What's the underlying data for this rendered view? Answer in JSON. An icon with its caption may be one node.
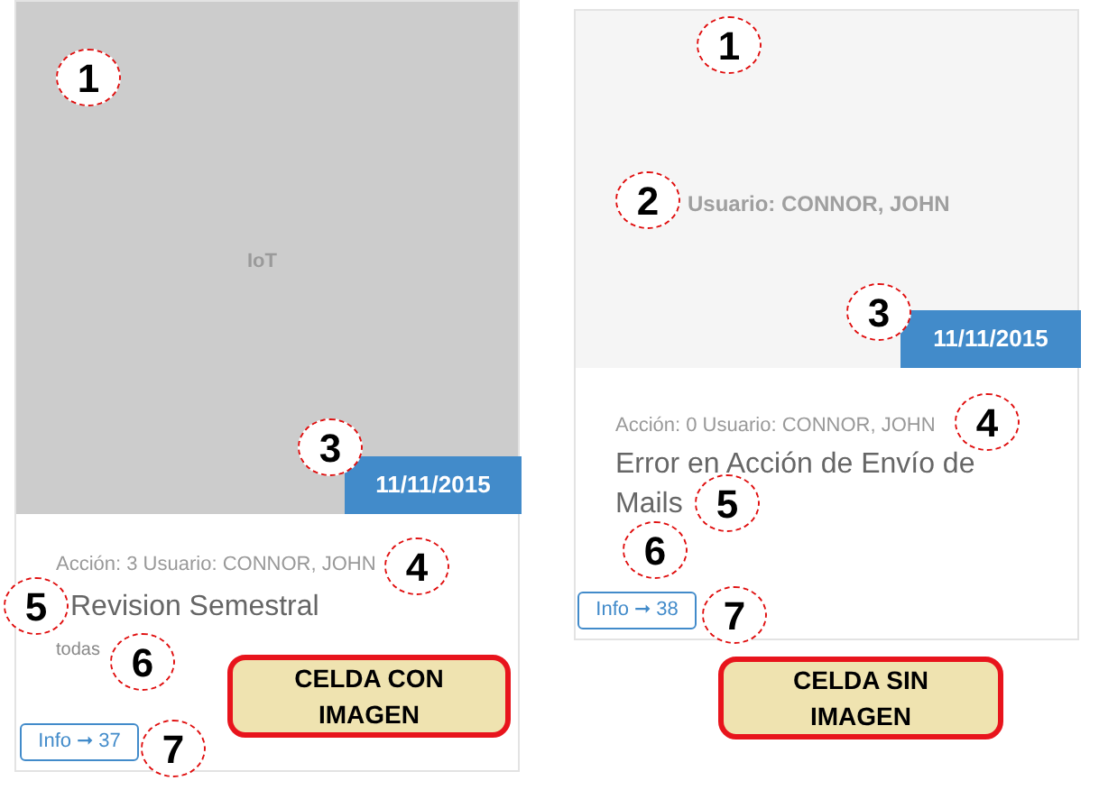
{
  "diagram": {
    "nodes": [
      {
        "text": [
          "IoT",
          "Acción: 3 Usuario: CONNOR, JOHN",
          "Revision Semestral",
          "todas"
        ]
      },
      {
        "text": [
          "11/11/2015"
        ],
        "in": 0
      },
      {
        "text": [
          "Info ➞ 37"
        ],
        "in": 0
      },
      {
        "text": [
          "Usuario: CONNOR, JOHN",
          "Acción: 0 Usuario: CONNOR, JOHN",
          "Error en Acción de Envío de Mails"
        ]
      },
      {
        "text": [
          "11/11/2015"
        ],
        "in": 3
      },
      {
        "text": [
          "Info ➞ 38"
        ],
        "in": 3
      },
      {
        "text": [
          "CELDA CON IMAGEN"
        ],
        "in": 0
      },
      {
        "text": [
          "CELDA SIN IMAGEN"
        ]
      },
      {
        "text": [
          "1"
        ],
        "in": 0
      },
      {
        "text": [
          "3"
        ],
        "in": 0
      },
      {
        "text": [
          "4"
        ],
        "in": 0
      },
      {
        "text": [
          "5"
        ]
      },
      {
        "text": [
          "6"
        ],
        "in": 0
      },
      {
        "text": [
          "7"
        ]
      },
      {
        "text": [
          "1"
        ],
        "in": 3
      },
      {
        "text": [
          "2"
        ],
        "in": 3
      },
      {
        "text": [
          "3"
        ],
        "in": 3
      },
      {
        "text": [
          "4"
        ],
        "in": 3
      },
      {
        "text": [
          "5"
        ],
        "in": 3
      },
      {
        "text": [
          "6"
        ],
        "in": 3
      },
      {
        "text": [
          "7"
        ],
        "in": 3
      }
    ]
  }
}
